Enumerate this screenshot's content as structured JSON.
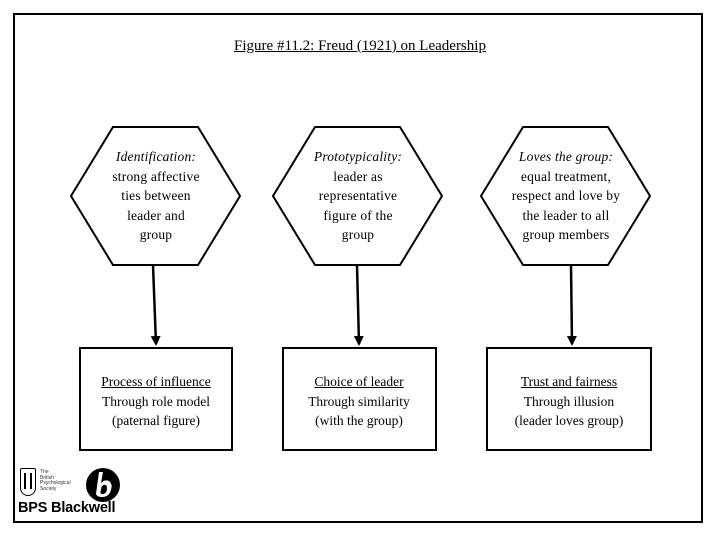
{
  "title": "Figure #11.2: Freud (1921) on Leadership",
  "hexagons": [
    {
      "lead": "Identification:",
      "lines": [
        "strong affective",
        "ties between",
        "leader and",
        "group"
      ]
    },
    {
      "lead": "Prototypicality:",
      "lines": [
        "leader as",
        "representative",
        "figure of the",
        "group"
      ]
    },
    {
      "lead": "Loves the group:",
      "lines": [
        "equal treatment,",
        "respect and love by",
        "the leader to all",
        "group members"
      ]
    }
  ],
  "boxes": [
    {
      "head": "Process of influence",
      "lines": [
        "Through role model",
        "(paternal figure)"
      ]
    },
    {
      "head": "Choice of leader",
      "lines": [
        "Through similarity",
        "(with the group)"
      ]
    },
    {
      "head": "Trust and fairness",
      "lines": [
        "Through illusion",
        "(leader loves group)"
      ]
    }
  ],
  "logo": {
    "society_text": [
      "The",
      "British",
      "Psychological",
      "Society"
    ],
    "wordmark": "BPS Blackwell",
    "icon": "blackwell-b-icon"
  }
}
